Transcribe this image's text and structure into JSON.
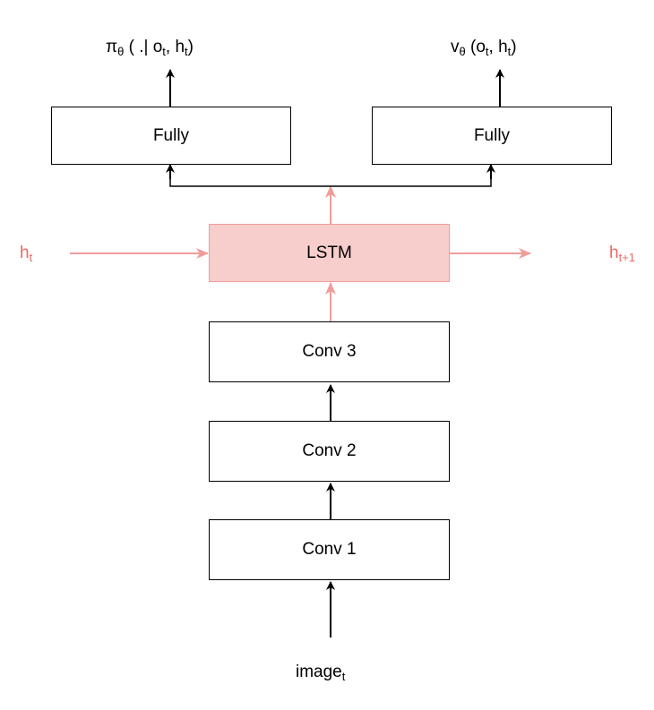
{
  "diagram": {
    "colors": {
      "stroke": "#000000",
      "lstm_fill": "#f8cecc",
      "lstm_stroke": "#f19c99",
      "recurrent": "#ea6b66"
    },
    "nodes": {
      "conv1": "Conv 1",
      "conv2": "Conv 2",
      "conv3": "Conv 3",
      "lstm": "LSTM",
      "fully_policy": "Fully",
      "fully_value": "Fully"
    },
    "labels": {
      "input": {
        "base": "image",
        "sub": "t"
      },
      "hidden_in": {
        "base": "h",
        "sub": "t"
      },
      "hidden_out": {
        "base": "h",
        "sub": "t+1"
      },
      "policy": {
        "pi": "π",
        "theta": "θ",
        "mid": " ( .| o",
        "sub_t": "t",
        "comma": ", h",
        "sub_t2": "t",
        "close": ")"
      },
      "value": {
        "v": "v",
        "theta": "θ",
        "mid": " (o",
        "sub_t": "t",
        "comma": ", h",
        "sub_t2": "t",
        "close": ")"
      }
    }
  }
}
